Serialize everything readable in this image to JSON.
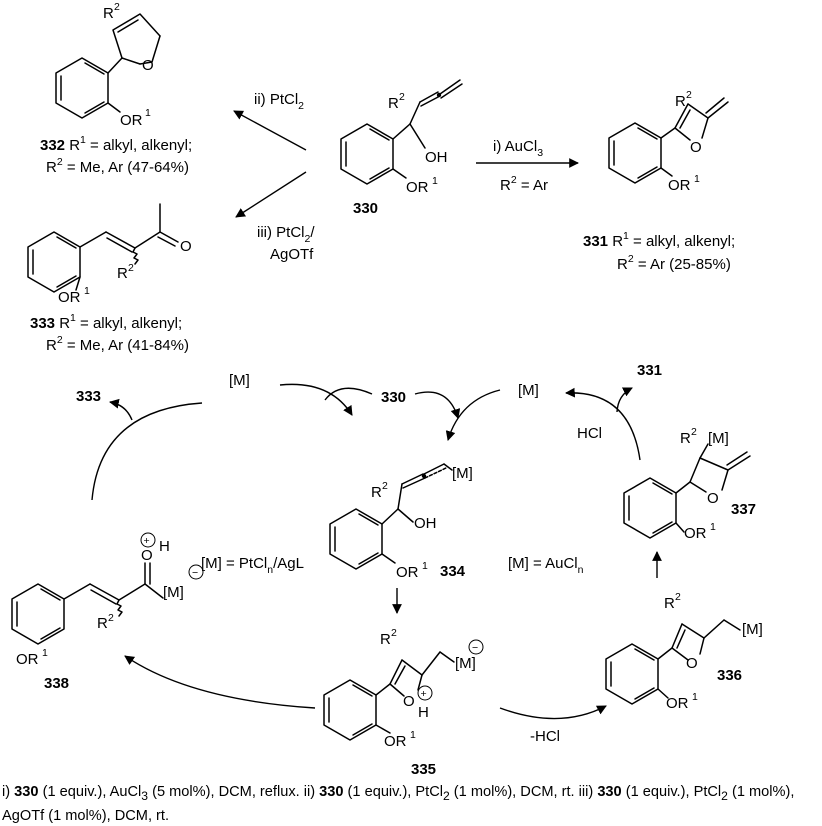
{
  "reagents": {
    "ii": "ii) PtCl",
    "ii_sub": "2",
    "i": "i) AuCl",
    "i_sub": "3",
    "i_cond": "R",
    "i_cond_sup": "2",
    "i_cond_rest": " = Ar",
    "iii_line1": "iii) PtCl",
    "iii_sub": "2",
    "iii_line1_end": "/",
    "iii_line2": "AgOTf"
  },
  "compounds": {
    "c330": "330",
    "c331": "331",
    "c332": "332",
    "c333": "333",
    "c334": "334",
    "c335": "335",
    "c336": "336",
    "c337": "337",
    "c338": "338"
  },
  "descriptions": {
    "d332_a": " R",
    "d332_a_sup": "1",
    "d332_a_rest": " = alkyl, alkenyl;",
    "d332_b": "R",
    "d332_b_sup": "2",
    "d332_b_rest": " = Me, Ar (47-64%)",
    "d331_a": " R",
    "d331_a_sup": "1",
    "d331_a_rest": " = alkyl, alkenyl;",
    "d331_b": "R",
    "d331_b_sup": "2",
    "d331_b_rest": " = Ar (25-85%)",
    "d333_a": " R",
    "d333_a_sup": "1",
    "d333_a_rest": " = alkyl, alkenyl;",
    "d333_b": "R",
    "d333_b_sup": "2",
    "d333_b_rest": " = Me, Ar (41-84%)"
  },
  "atoms": {
    "O": "O",
    "OH": "OH",
    "OR": "OR",
    "R": "R",
    "sup1": "1",
    "sup2": "2",
    "M": "[M]",
    "H": "H",
    "plus": "+",
    "minus": "−"
  },
  "cycle": {
    "m_left": "[M]",
    "m_right": "[M]",
    "hcl": "HCl",
    "minus_hcl": "-HCl",
    "pt_label": "[M] = PtCl",
    "pt_sub": "n",
    "pt_rest": "/AgL",
    "au_label": "[M] = AuCl",
    "au_sub": "n"
  },
  "footnote": {
    "p1": "i) ",
    "b1": "330",
    "p2": " (1 equiv.), AuCl",
    "s1": "3",
    "p3": " (5 mol%), DCM, reflux. ii) ",
    "b2": "330",
    "p4": " (1 equiv.), PtCl",
    "s2": "2",
    "p5": " (1 mol%), DCM, rt. iii) ",
    "b3": "330",
    "p6": " (1 equiv.), PtCl",
    "s3": "2",
    "p7": " (1 mol%), AgOTf (1 mol%), DCM, rt."
  }
}
